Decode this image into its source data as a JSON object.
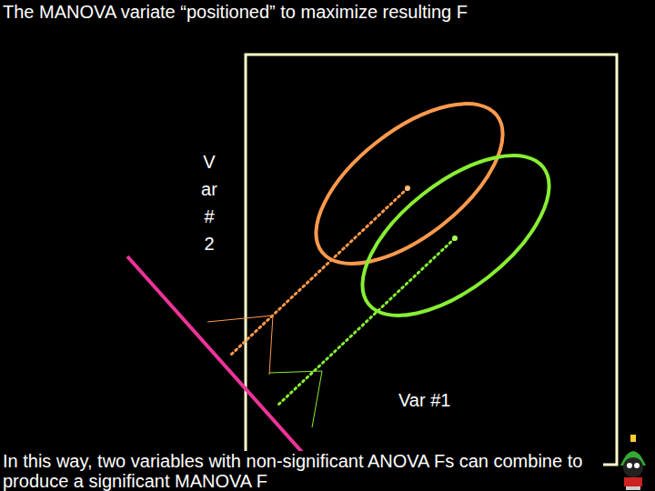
{
  "diagram": {
    "title": "The MANOVA variate “positioned” to maximize resulting F",
    "caption": "In this way, two variables with non-significant ANOVA Fs can combine to produce a significant MANOVA F",
    "labels": [
      "Var #2",
      "Var #1"
    ]
  }
}
